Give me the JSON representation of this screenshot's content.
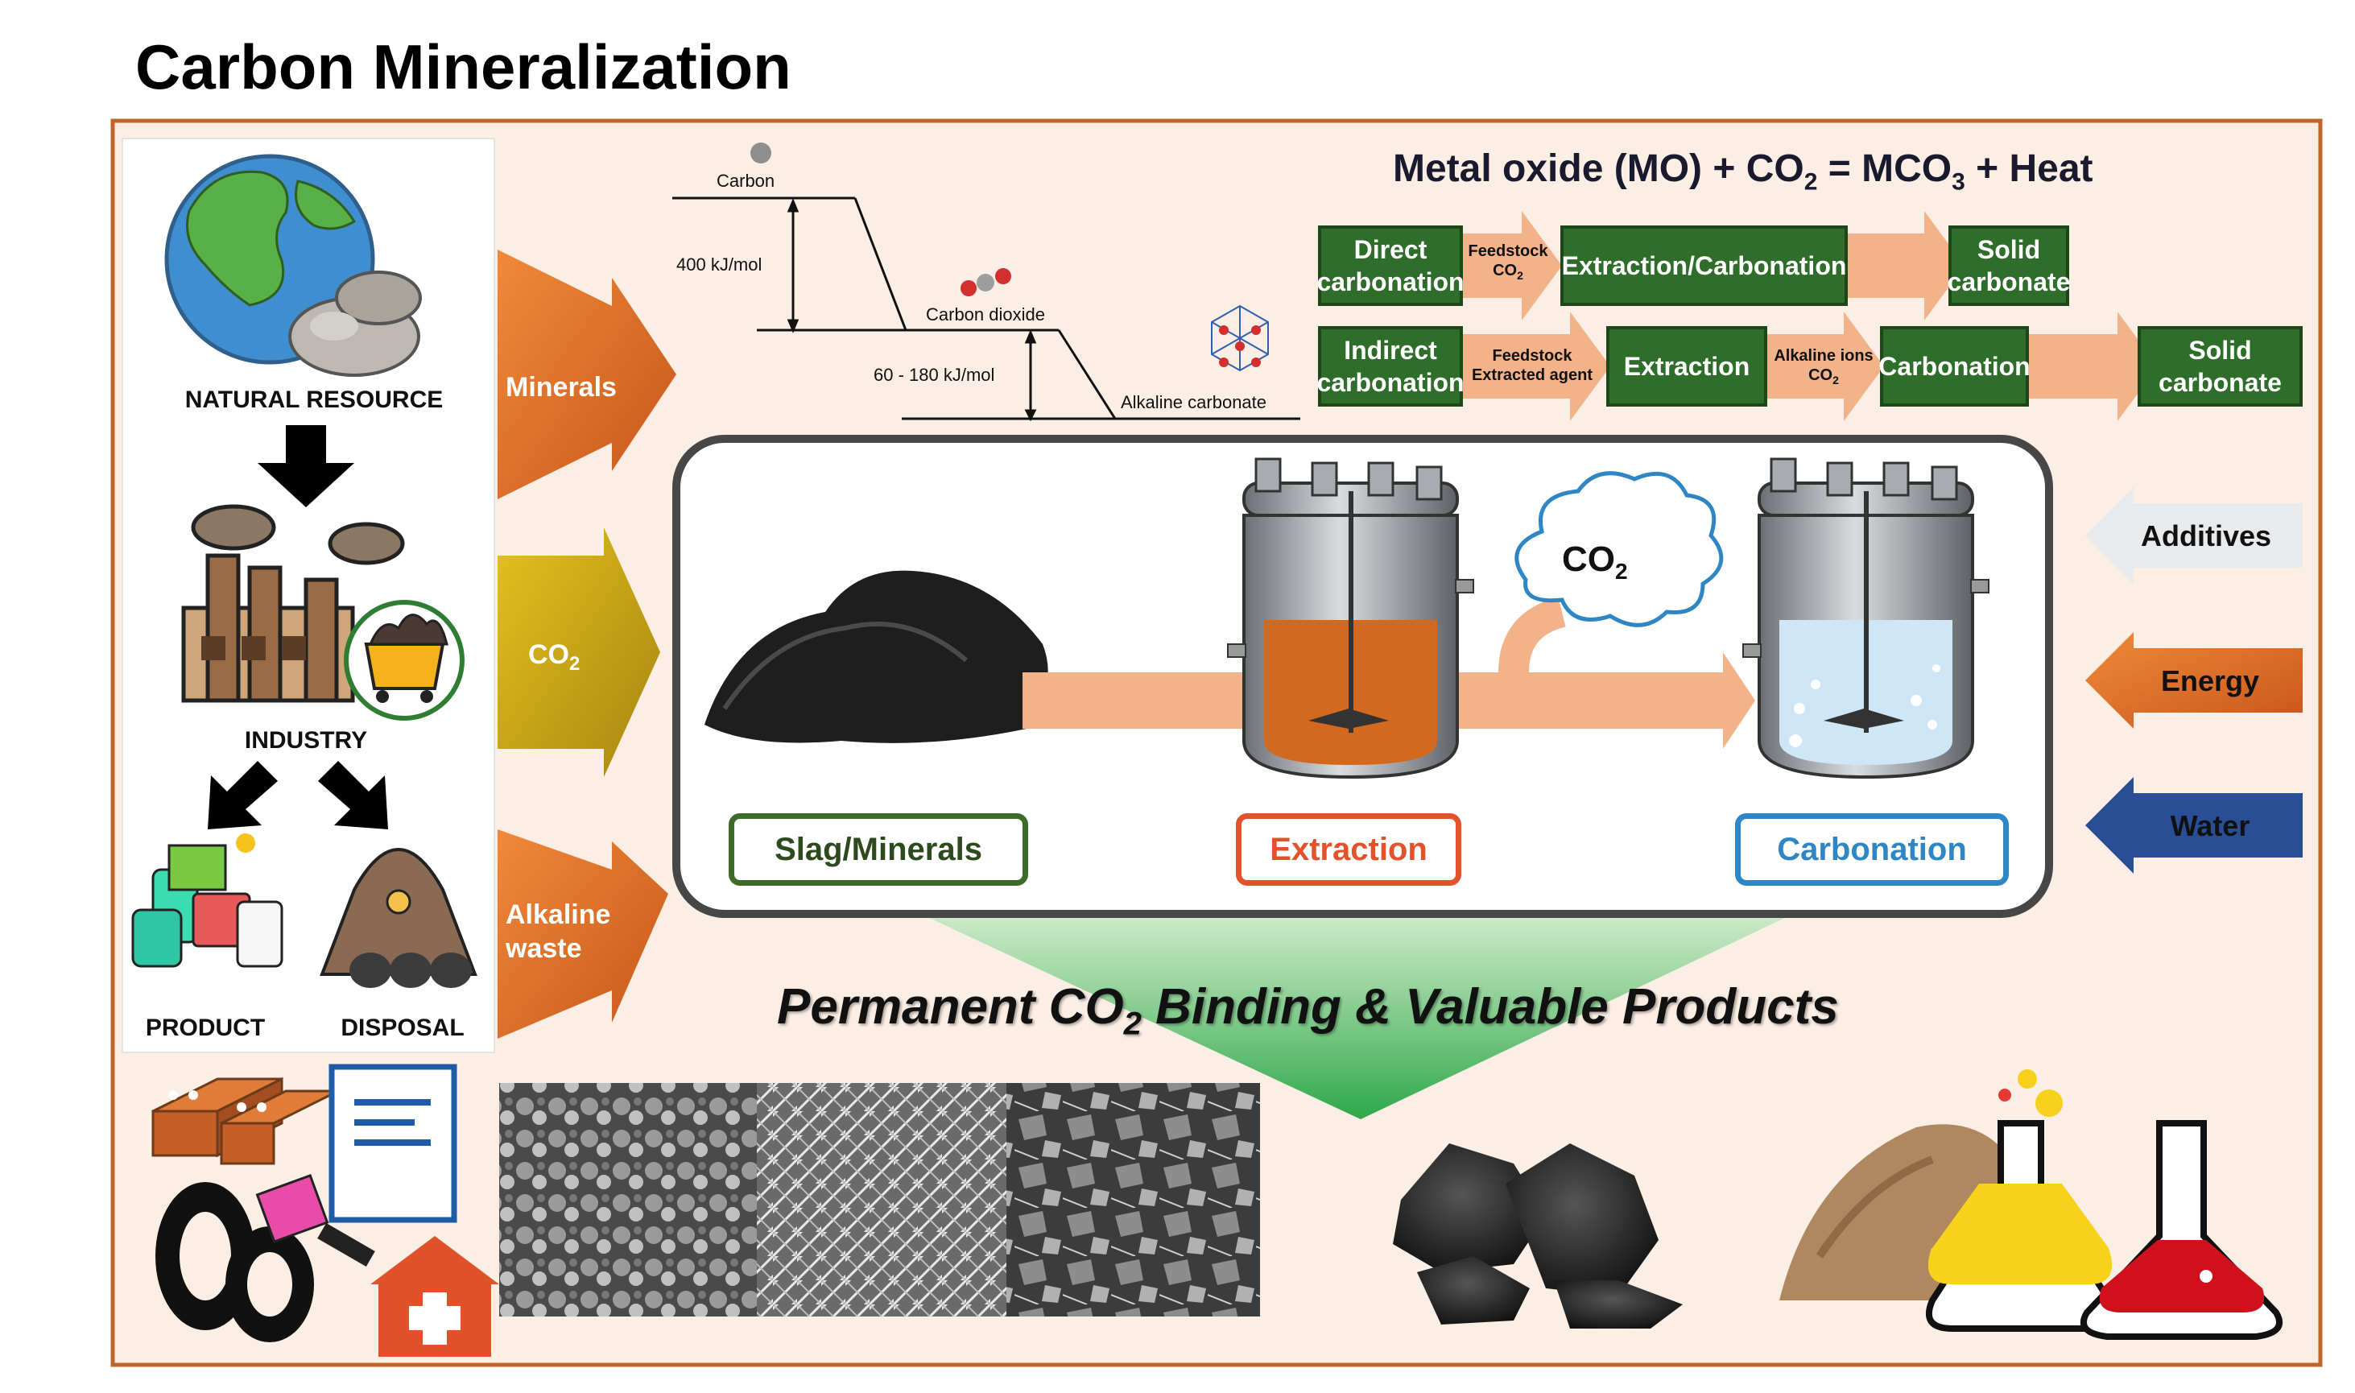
{
  "title": "Carbon Mineralization",
  "left_panel": {
    "natural_resource": "NATURAL RESOURCE",
    "industry": "INDUSTRY",
    "product": "PRODUCT",
    "disposal": "DISPOSAL"
  },
  "input_arrows": {
    "minerals": "Minerals",
    "co2": "CO",
    "co2_sub": "2",
    "alkaline_waste_1": "Alkaline",
    "alkaline_waste_2": "waste"
  },
  "energy_diagram": {
    "carbon": "Carbon",
    "carbon_dioxide": "Carbon dioxide",
    "alkaline_carbonate": "Alkaline carbonate",
    "energy_1": "400 kJ/mol",
    "energy_2": "60 - 180 kJ/mol"
  },
  "equation": {
    "part1": "Metal oxide (MO) + CO",
    "sub1": "2",
    "part2": " = MCO",
    "sub2": "3",
    "part3": " + Heat"
  },
  "routes": {
    "direct": {
      "label_1": "Direct",
      "label_2": "carbonation",
      "feed_1": "Feedstock",
      "feed_2": "CO",
      "feed_2_sub": "2",
      "process": "Extraction/Carbonation",
      "product_1": "Solid",
      "product_2": "carbonate"
    },
    "indirect": {
      "label_1": "Indirect",
      "label_2": "carbonation",
      "feed_1": "Feedstock",
      "feed_2": "Extracted agent",
      "process_1": "Extraction",
      "mid_1": "Alkaline ions",
      "mid_2": "CO",
      "mid_2_sub": "2",
      "process_2": "Carbonation",
      "product_1": "Solid",
      "product_2": "carbonate"
    }
  },
  "process": {
    "co2_cloud": "CO",
    "co2_cloud_sub": "2",
    "slag": "Slag/Minerals",
    "extraction": "Extraction",
    "carbonation": "Carbonation"
  },
  "side_inputs": {
    "additives": "Additives",
    "energy": "Energy",
    "water": "Water"
  },
  "banner": {
    "part1": "Permanent CO",
    "sub": "2",
    "part2": " Binding & Valuable Products"
  },
  "colors": {
    "frame": "#c0652a",
    "background": "#fbeee4",
    "green_box": "#2f6e2a",
    "orange_arrow": "#e2742d",
    "gold_arrow": "#c9a212",
    "blue_arrow": "#2a4e96",
    "slag_border": "#3d6b2a",
    "extraction_border": "#e3522a",
    "carbonation_border": "#2f86c4"
  },
  "icons": [
    "globe-icon",
    "rocks-icon",
    "down-arrow-icon",
    "factory-icon",
    "coal-cart-icon",
    "product-icon",
    "disposal-icon",
    "brick-icon",
    "document-icon",
    "tire-icon",
    "paint-icon",
    "hospital-icon",
    "reactor-icon",
    "co2-cloud-icon",
    "coal-icon",
    "sand-icon",
    "flask-icon"
  ]
}
